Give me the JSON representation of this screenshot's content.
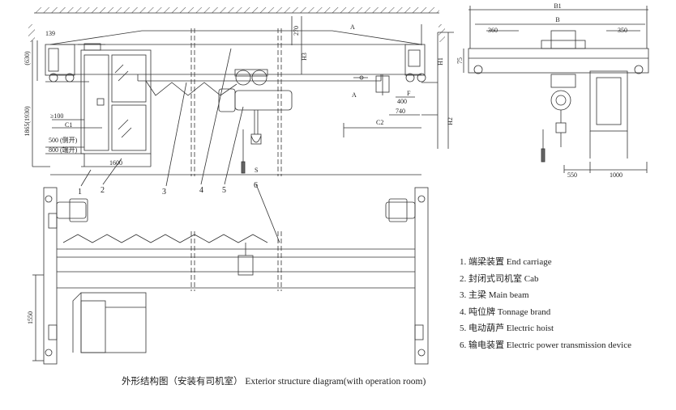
{
  "dims": {
    "v630": "(630)",
    "v1865_1930": "1865(1930)",
    "h139": "139",
    "ge100": "≥100",
    "c1": "C1",
    "w500": "500 (侧开)",
    "w800": "800 (端开)",
    "w1600": "1600",
    "s": "S",
    "h270": "270",
    "h1": "H1",
    "h3": "H3",
    "a_top": "A",
    "a_bottom": "A",
    "c2": "C2",
    "f": "F",
    "h400": "400",
    "h740": "740",
    "h2": "H2",
    "w1550": "1550",
    "r_b": "B",
    "r_b1": "B1",
    "r_360": "360",
    "r_350": "350",
    "r_75": "75",
    "r_550": "550",
    "r_1000": "1000"
  },
  "callouts": [
    "1",
    "2",
    "3",
    "4",
    "5",
    "6"
  ],
  "legend": [
    "1. 端梁装置 End carriage",
    "2. 封闭式司机室 Cab",
    "3. 主梁 Main beam",
    "4. 吨位牌 Tonnage brand",
    "5. 电动葫芦 Electric hoist",
    "6. 输电装置 Electric power transmission device"
  ],
  "caption": "外形结构图（安装有司机室） Exterior structure diagram(with operation room)"
}
